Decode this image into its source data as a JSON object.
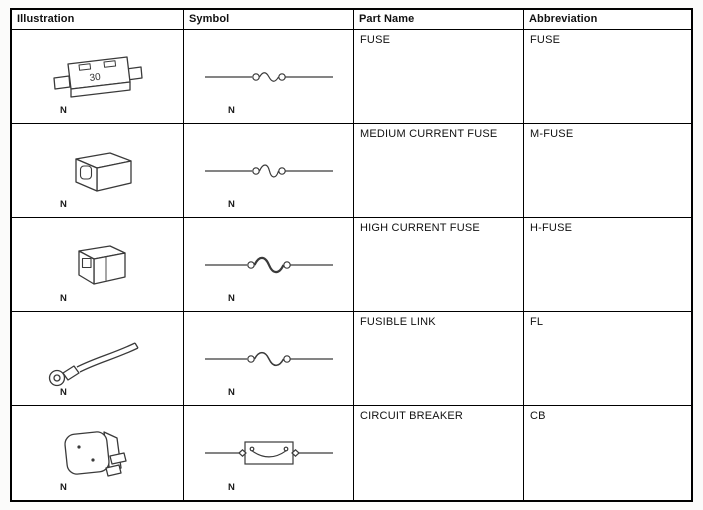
{
  "document": {
    "type": "electrical-parts-legend",
    "ink_color": "#1a1a1a",
    "paper_color": "#ffffff"
  },
  "table": {
    "headers": [
      "Illustration",
      "Symbol",
      "Part Name",
      "Abbreviation"
    ],
    "rows": [
      {
        "part_name": "FUSE",
        "abbreviation": "FUSE",
        "illustration_icon": "blade-fuse-illustration",
        "illustration_marking": "30",
        "illustration_note": "N",
        "symbol_icon": "fuse-symbol",
        "symbol_note": "N"
      },
      {
        "part_name": "MEDIUM CURRENT FUSE",
        "abbreviation": "M-FUSE",
        "illustration_icon": "medium-current-fuse-illustration",
        "illustration_note": "N",
        "symbol_icon": "medium-current-fuse-symbol",
        "symbol_note": "N"
      },
      {
        "part_name": "HIGH CURRENT FUSE",
        "abbreviation": "H-FUSE",
        "illustration_icon": "high-current-fuse-illustration",
        "illustration_note": "N",
        "symbol_icon": "high-current-fuse-symbol",
        "symbol_note": "N"
      },
      {
        "part_name": "FUSIBLE LINK",
        "abbreviation": "FL",
        "illustration_icon": "fusible-link-illustration",
        "illustration_note": "N",
        "symbol_icon": "fusible-link-symbol",
        "symbol_note": "N"
      },
      {
        "part_name": "CIRCUIT BREAKER",
        "abbreviation": "CB",
        "illustration_icon": "circuit-breaker-illustration",
        "illustration_note": "N",
        "symbol_icon": "circuit-breaker-symbol",
        "symbol_note": "N"
      }
    ]
  }
}
